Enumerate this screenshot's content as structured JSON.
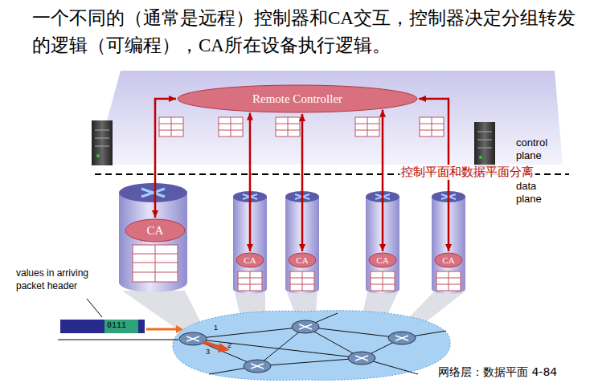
{
  "diagram": {
    "title": "一个不同的（通常是远程）控制器和CA交互，控制器决定分组转发的逻辑（可编程），CA所在设备执行逻辑。",
    "caption": "网络层：数据平面 4-84",
    "nodes": [
      {
        "text": [
          "Remote Controller"
        ]
      },
      {
        "text": [
          "CA"
        ]
      },
      {
        "text": [
          "CA"
        ]
      },
      {
        "text": [
          "CA"
        ]
      },
      {
        "text": [
          "CA"
        ]
      },
      {
        "text": [
          "CA"
        ]
      }
    ],
    "edges": [
      {
        "from": 0,
        "to": 1,
        "arrow": "both"
      },
      {
        "from": 0,
        "to": 2,
        "arrow": "both"
      },
      {
        "from": 0,
        "to": 3,
        "arrow": "both"
      },
      {
        "from": 0,
        "to": 4,
        "arrow": "both"
      },
      {
        "from": 0,
        "to": 5,
        "arrow": "both"
      }
    ],
    "labels": [
      "control plane",
      "data plane",
      "控制平面和数据平面分离",
      "values in arriving packet header",
      "0111",
      "1",
      "2",
      "3"
    ]
  }
}
